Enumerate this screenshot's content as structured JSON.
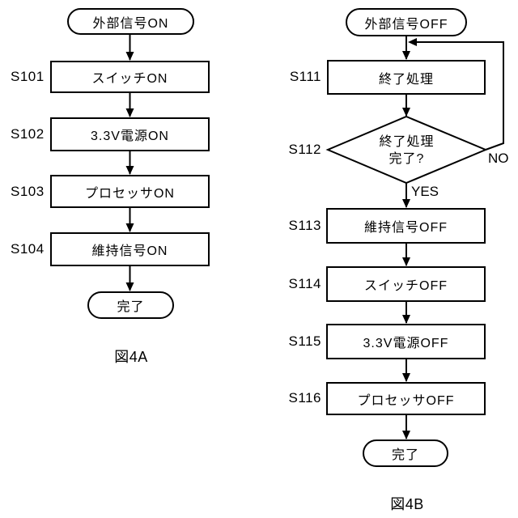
{
  "figure": {
    "background_color": "#ffffff",
    "line_color": "#000000"
  },
  "chart_a": {
    "caption": "図4A",
    "start_label": "外部信号ON",
    "end_label": "完了",
    "steps": [
      {
        "id": "S101",
        "label": "スイッチON"
      },
      {
        "id": "S102",
        "label": "3.3V電源ON"
      },
      {
        "id": "S103",
        "label": "プロセッサON"
      },
      {
        "id": "S104",
        "label": "維持信号ON"
      }
    ]
  },
  "chart_b": {
    "caption": "図4B",
    "start_label": "外部信号OFF",
    "end_label": "完了",
    "step_s111": {
      "id": "S111",
      "label": "終了処理"
    },
    "decision_s112": {
      "id": "S112",
      "label_line1": "終了処理",
      "label_line2": "完了?",
      "yes_label": "YES",
      "no_label": "NO"
    },
    "steps_after": [
      {
        "id": "S113",
        "label": "維持信号OFF"
      },
      {
        "id": "S114",
        "label": "スイッチOFF"
      },
      {
        "id": "S115",
        "label": "3.3V電源OFF"
      },
      {
        "id": "S116",
        "label": "プロセッサOFF"
      }
    ]
  }
}
